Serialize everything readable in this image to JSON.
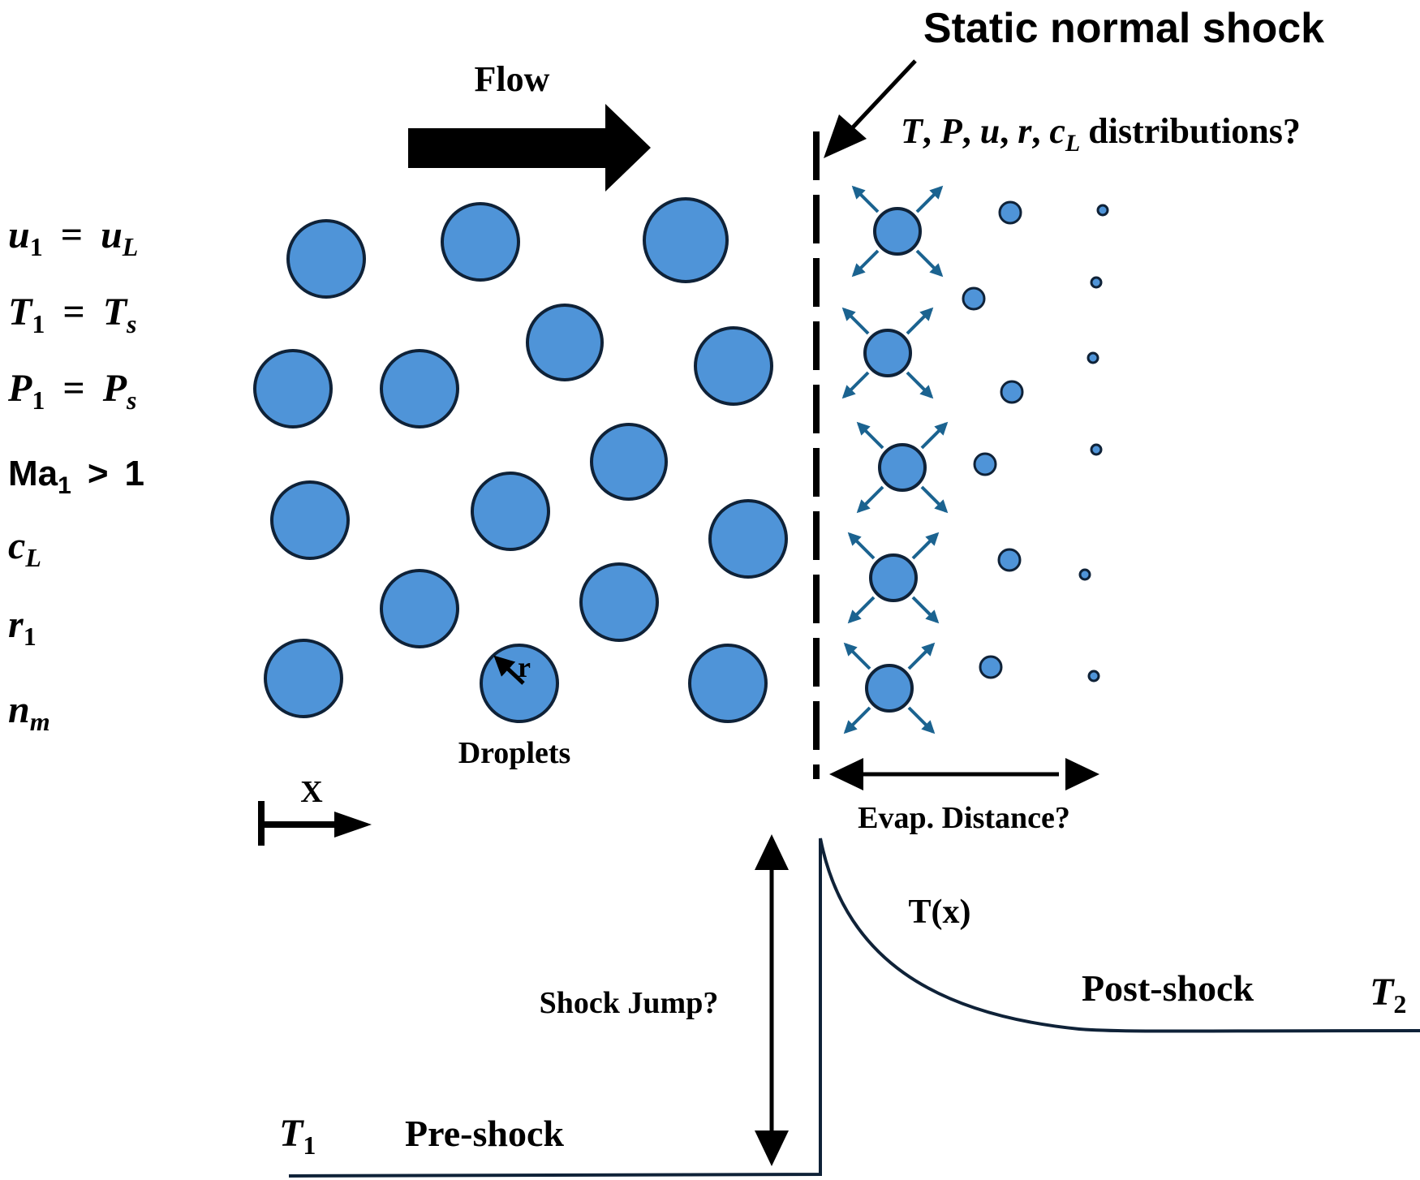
{
  "title": "Static normal shock",
  "flow_label": "Flow",
  "question_top": {
    "vars": [
      "T",
      "P",
      "u",
      "r",
      "c"
    ],
    "cL_sub": "L",
    "suffix": "distributions?"
  },
  "conditions": [
    {
      "lhs": "u",
      "lhs_sub": "1",
      "op": "=",
      "rhs": "u",
      "rhs_sub": "L"
    },
    {
      "lhs": "T",
      "lhs_sub": "1",
      "op": "=",
      "rhs": "T",
      "rhs_sub": "s"
    },
    {
      "lhs": "P",
      "lhs_sub": "1",
      "op": "=",
      "rhs": "P",
      "rhs_sub": "s"
    },
    {
      "lhs": "Ma",
      "lhs_sub": "1",
      "op": ">",
      "rhs": "1",
      "rhs_sub": ""
    },
    {
      "lhs": "c",
      "lhs_sub": "L",
      "op": "",
      "rhs": "",
      "rhs_sub": ""
    },
    {
      "lhs": "r",
      "lhs_sub": "1",
      "op": "",
      "rhs": "",
      "rhs_sub": ""
    },
    {
      "lhs": "n",
      "lhs_sub": "m",
      "op": "",
      "rhs": "",
      "rhs_sub": ""
    }
  ],
  "radius_label": "r",
  "droplets_label": "Droplets",
  "x_axis_label": "X",
  "evap_label": "Evap. Distance?",
  "txlabel": "T(x)",
  "post_shock_label": "Post-shock",
  "t2": {
    "sym": "T",
    "sub": "2"
  },
  "shock_jump_label": "Shock Jump?",
  "t1": {
    "sym": "T",
    "sub": "1"
  },
  "pre_shock_label": "Pre-shock",
  "colors": {
    "droplet_fill": "#4f94d8",
    "droplet_stroke": "#0f2238",
    "evap_arrow": "#1b6390",
    "ink": "#000000"
  }
}
